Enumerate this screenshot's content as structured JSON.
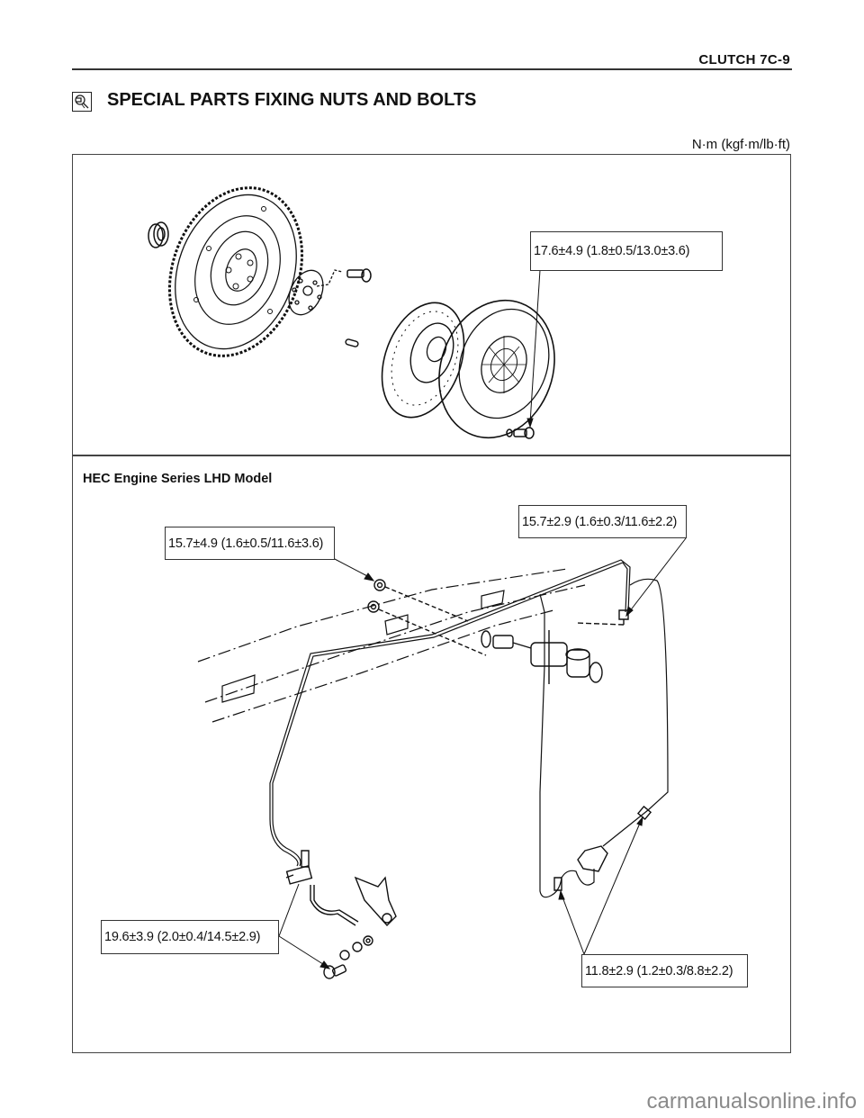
{
  "header": {
    "title": "CLUTCH  7C-9"
  },
  "section": {
    "icon": "wrench-magnifier-icon",
    "title": "SPECIAL PARTS FIXING NUTS AND BOLTS"
  },
  "units": "N·m (kgf·m/lb·ft)",
  "upper_diagram": {
    "description": "Flywheel, pilot bearing, pressure plate and clutch disc exploded view",
    "callouts": [
      {
        "id": "pressure-plate-bolt",
        "text": "17.6±4.9 (1.8±0.5/13.0±3.6)"
      }
    ]
  },
  "lower_diagram": {
    "subheading": "HEC Engine Series LHD Model",
    "callouts": [
      {
        "id": "master-cylinder-nut",
        "text": "15.7±4.9 (1.6±0.5/11.6±3.6)"
      },
      {
        "id": "pipe-flare-nut",
        "text": "15.7±2.9 (1.6±0.3/11.6±2.2)"
      },
      {
        "id": "slave-cylinder-bolt",
        "text": "19.6±3.9 (2.0±0.4/14.5±2.9)"
      },
      {
        "id": "hose-flare-nut",
        "text": "11.8±2.9 (1.2±0.3/8.8±2.2)"
      }
    ]
  },
  "watermark": "carmanualsonline.info"
}
